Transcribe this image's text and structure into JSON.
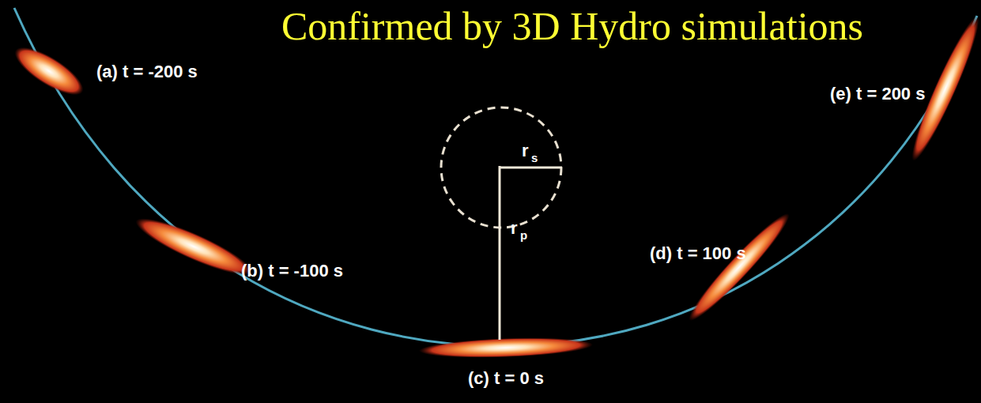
{
  "diagram": {
    "title": "Confirmed by 3D Hydro simulations",
    "labels": [
      "(a) t = -200 s",
      "(b) t = -100 s",
      "(c) t = 0 s",
      "(d) t = 100 s",
      "(e) t = 200 s",
      "r",
      "s",
      "r",
      "p"
    ]
  }
}
